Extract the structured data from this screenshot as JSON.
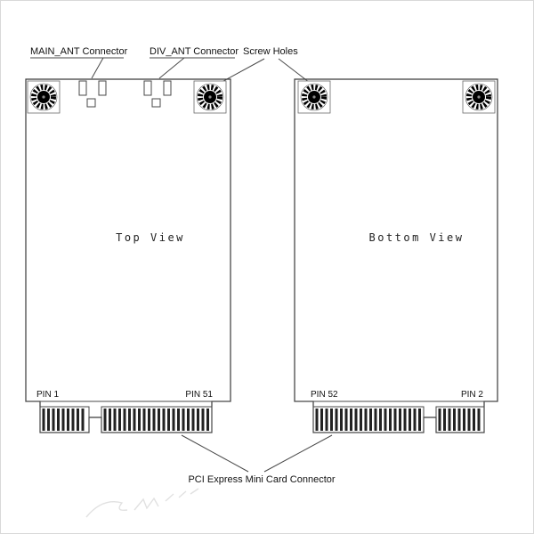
{
  "diagram": {
    "title_labels": {
      "main_ant": "MAIN_ANT Connector",
      "div_ant": "DIV_ANT Connector",
      "screw_holes": "Screw Holes"
    },
    "cards": {
      "top_view": "Top View",
      "bottom_view": "Bottom View"
    },
    "pins": {
      "pin1": "PIN 1",
      "pin51": "PIN 51",
      "pin52": "PIN 52",
      "pin2": "PIN 2"
    },
    "footer": {
      "connector": "PCI Express Mini Card Connector"
    },
    "colors": {
      "line": "#3a3a3a",
      "finger": "#222222"
    }
  }
}
